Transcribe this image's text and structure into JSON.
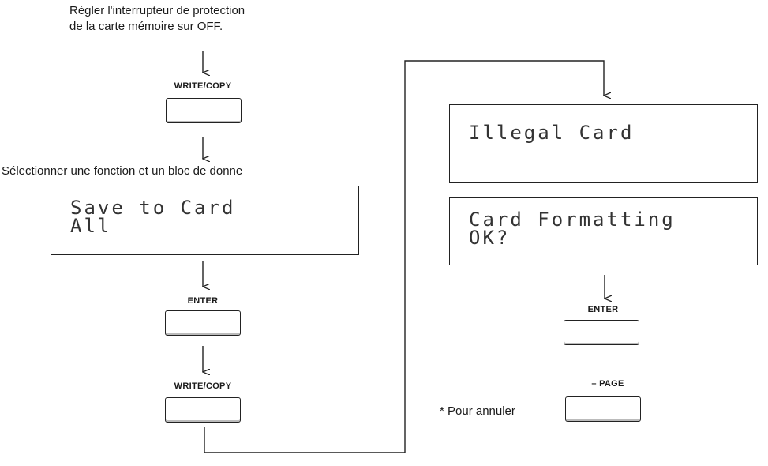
{
  "left_column": {
    "instruction_1_line1": "Régler l'interrupteur de protection",
    "instruction_1_line2": "de la carte mémoire sur OFF.",
    "write_copy_label_1": "WRITE/COPY",
    "instruction_2": "Sélectionner une fonction et un bloc de donne",
    "lcd_save_line1": "Save to Card",
    "lcd_save_line2": "All",
    "enter_label": "ENTER",
    "write_copy_label_2": "WRITE/COPY"
  },
  "right_column": {
    "lcd_illegal_line1": "Illegal Card",
    "lcd_format_line1": "Card Formatting",
    "lcd_format_line2": "OK?",
    "enter_label": "ENTER",
    "page_label": "– PAGE",
    "cancel_note": "* Pour annuler"
  }
}
